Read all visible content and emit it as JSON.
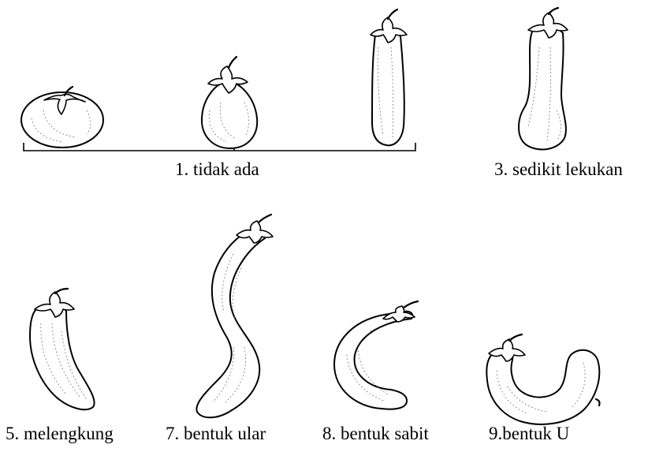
{
  "labels": {
    "none": "1.    tidak ada",
    "slight": "3. sedikit lekukan",
    "curved": "5. melengkung",
    "snake": "7. bentuk ular",
    "sickle": "8. bentuk sabit",
    "u_shape": "9.bentuk U"
  },
  "fruits": [
    {
      "name": "round-fruit",
      "category": "tidak ada"
    },
    {
      "name": "egg-fruit",
      "category": "tidak ada"
    },
    {
      "name": "long-fruit",
      "category": "tidak ada"
    },
    {
      "name": "slight-curve-fruit",
      "category": "sedikit lekukan"
    },
    {
      "name": "curved-fruit",
      "category": "melengkung"
    },
    {
      "name": "snake-fruit",
      "category": "bentuk ular"
    },
    {
      "name": "sickle-fruit",
      "category": "bentuk sabit"
    },
    {
      "name": "u-fruit",
      "category": "bentuk U"
    }
  ],
  "colors": {
    "ink": "#000000",
    "paper": "#ffffff"
  }
}
